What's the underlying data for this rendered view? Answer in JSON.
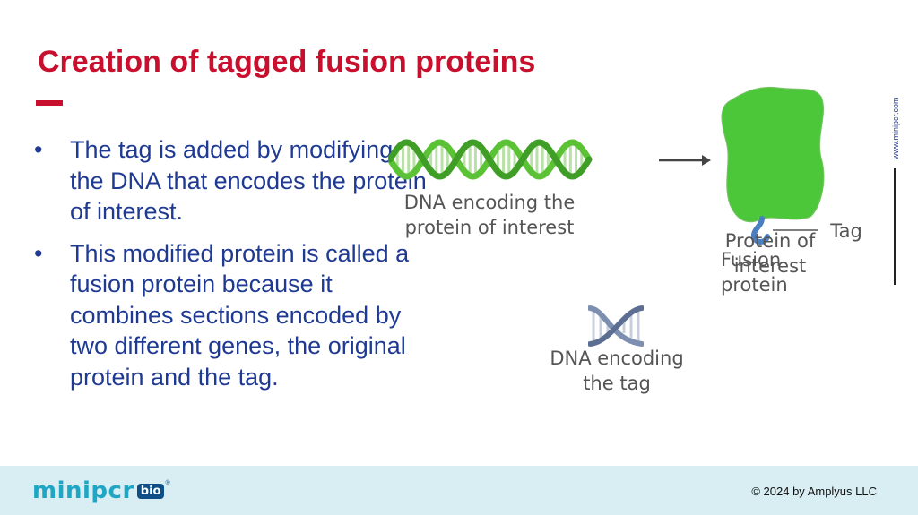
{
  "slide": {
    "title": "Creation of tagged fusion proteins",
    "bullets": [
      "The tag is added by modifying the DNA that encodes the protein of interest.",
      "This modified protein is called a fusion protein because it combines sections encoded by two different genes, the original protein and the tag."
    ],
    "bullet_glyph": "•"
  },
  "diagram": {
    "dna_protein_label": "DNA encoding the protein of interest",
    "dna_tag_label": "DNA encoding the tag",
    "protein_label": "Protein of interest",
    "fusion_label": "Fusion protein",
    "tag_label": "Tag",
    "protein_color": "#4cc73a",
    "tag_color": "#4a7fc1",
    "dna_protein_color": "#5bc236",
    "dna_tag_color": "#7d8fb0"
  },
  "side": {
    "url": "www.minipcr.com"
  },
  "footer": {
    "copyright": "© 2024 by Amplyus LLC",
    "logo_text": "minipcr",
    "logo_badge": "bio",
    "logo_mark": "®"
  }
}
